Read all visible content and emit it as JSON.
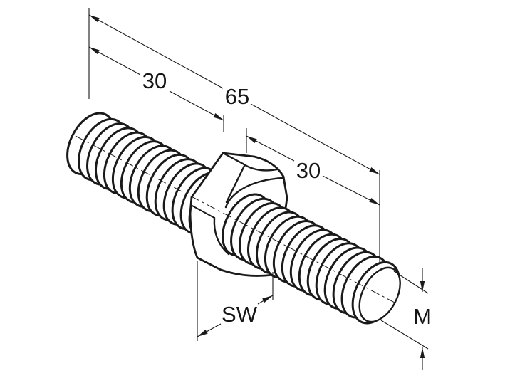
{
  "drawing": {
    "type": "isometric technical drawing of a double-ended threaded stud with hex section",
    "dimensions": {
      "left_thread_length": "30",
      "total_length": "65",
      "right_thread_length": "30",
      "width_across_flats": "SW",
      "thread_size": "M"
    },
    "colors": {
      "line": "#1a1a1a",
      "background": "#ffffff"
    }
  }
}
